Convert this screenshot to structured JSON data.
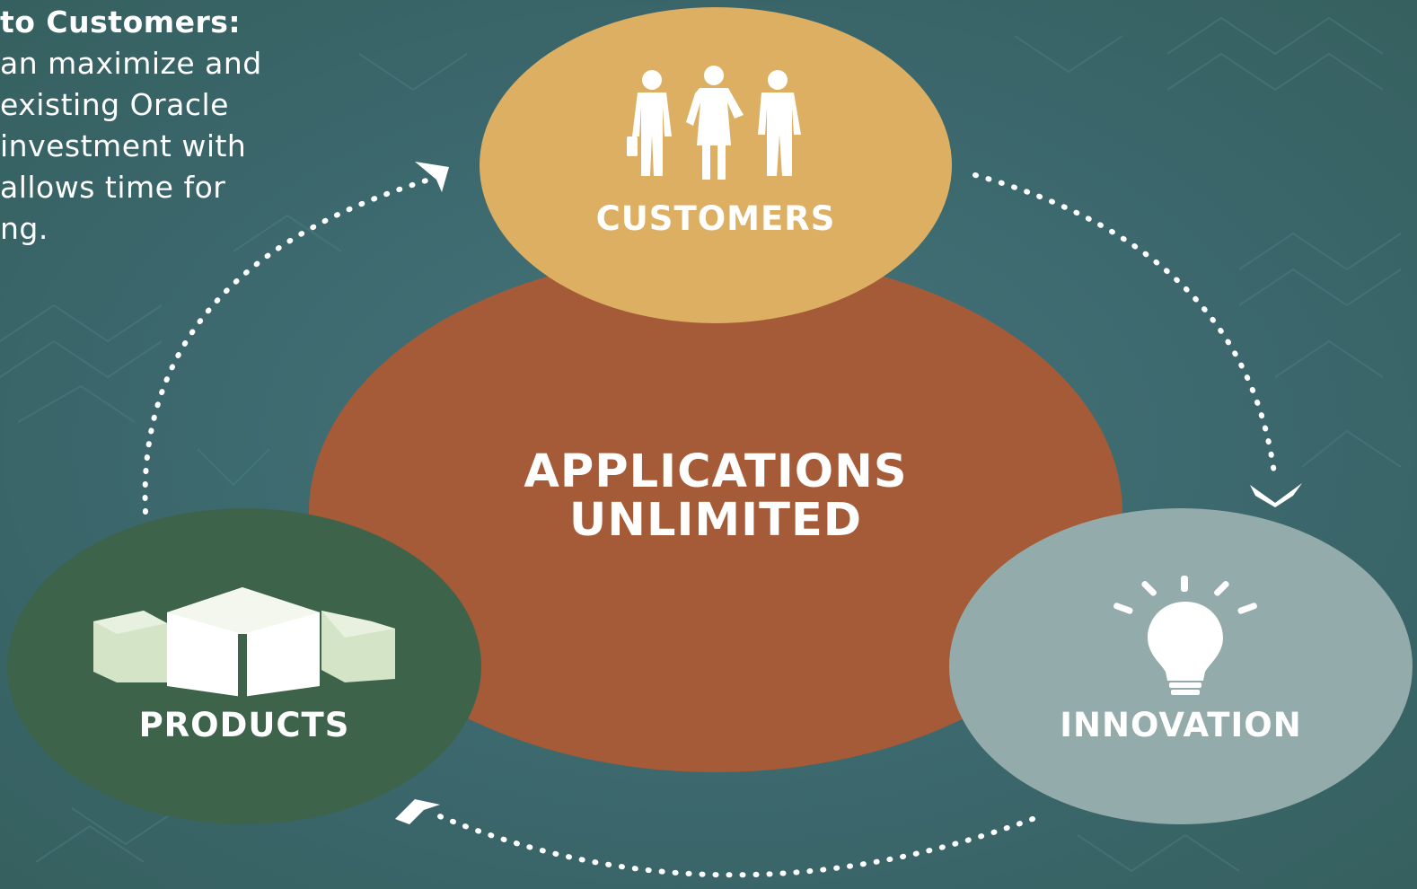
{
  "intro": {
    "lines": [
      "to Customers:",
      "an maximize and",
      "existing Oracle",
      "investment with",
      "allows time for",
      "ng."
    ]
  },
  "diagram": {
    "center": {
      "title_line_1": "APPLICATIONS",
      "title_line_2": "UNLIMITED"
    },
    "nodes": {
      "customers": {
        "label": "CUSTOMERS",
        "icon": "people-icon"
      },
      "innovation": {
        "label": "INNOVATION",
        "icon": "lightbulb-icon"
      },
      "products": {
        "label": "PRODUCTS",
        "icon": "boxes-icon"
      }
    },
    "cycle_arrows": [
      "customers-to-innovation",
      "innovation-to-products",
      "products-to-customers"
    ]
  },
  "colors": {
    "background": "#3d6a6e",
    "center": "#a55a38",
    "customers": "#ddaf63",
    "products": "#3e634b",
    "innovation": "#93abaa",
    "icon_light_green": "#d4e5c7",
    "text": "#ffffff"
  }
}
